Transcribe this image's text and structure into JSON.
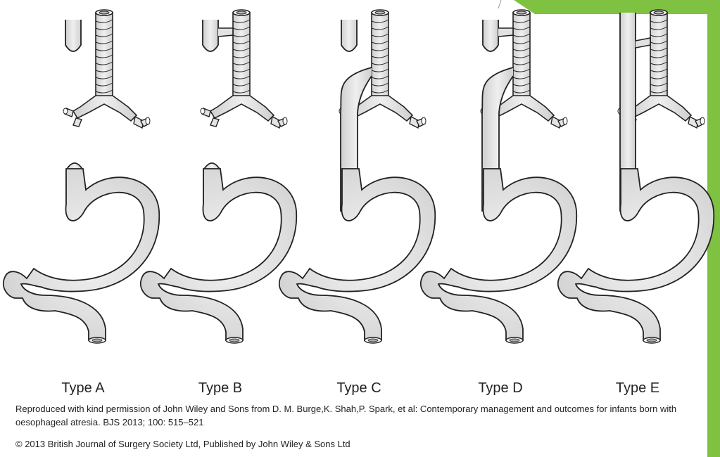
{
  "colors": {
    "slide_green": "#7fc241",
    "slide_green_dark": "#5e9e2a",
    "organ_fill": "#dcdcdc",
    "organ_stroke": "#222222",
    "text": "#222222"
  },
  "panels": [
    {
      "label": "Type A",
      "upper_pouch": true,
      "proximal_fistula": false,
      "distal_fistula": false,
      "continuous": false
    },
    {
      "label": "Type B",
      "upper_pouch": true,
      "proximal_fistula": true,
      "distal_fistula": false,
      "continuous": false
    },
    {
      "label": "Type C",
      "upper_pouch": true,
      "proximal_fistula": false,
      "distal_fistula": true,
      "continuous": false
    },
    {
      "label": "Type D",
      "upper_pouch": true,
      "proximal_fistula": true,
      "distal_fistula": true,
      "continuous": false
    },
    {
      "label": "Type E",
      "upper_pouch": false,
      "proximal_fistula": false,
      "distal_fistula": false,
      "continuous": true
    }
  ],
  "caption": "Reproduced with kind permission of John Wiley and Sons from D. M. Burge,K. Shah,P. Spark, et al: Contemporary management and outcomes for infants born with oesophageal atresia. BJS 2013; 100: 515–521",
  "copyright": "© 2013 British Journal of Surgery Society Ltd, Published by John Wiley & Sons Ltd",
  "icons": [
    "trachea-icon",
    "bronchi-icon",
    "oesophagus-icon",
    "stomach-icon",
    "duodenum-icon",
    "fistula-icon"
  ]
}
